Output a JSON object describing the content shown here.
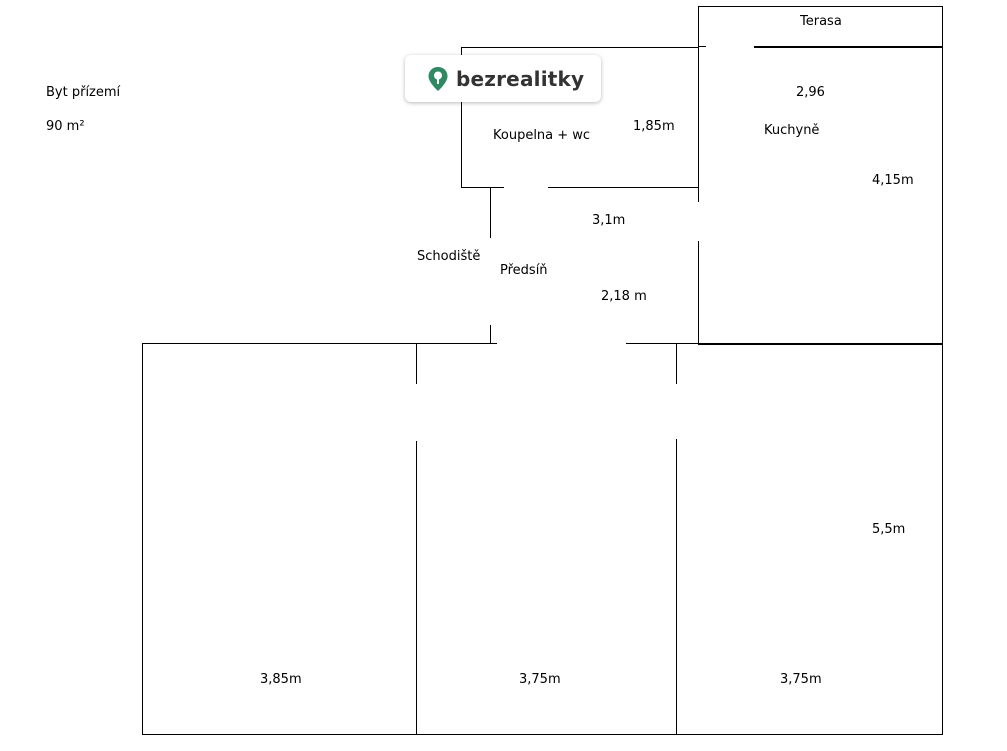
{
  "header": {
    "title": "Byt přízemí",
    "area": "90 m²"
  },
  "logo": {
    "brand": "bezrealitky",
    "pin_color": "#2f8a63"
  },
  "rooms": {
    "terrace": "Terasa",
    "bathroom": "Koupelna + wc",
    "kitchen": "Kuchyně",
    "staircase": "Schodiště",
    "hallway": "Předsíň"
  },
  "dimensions": {
    "terrace_width": "2,96",
    "bathroom_width": "1,85m",
    "kitchen_depth": "4,15m",
    "hallway_width": "3,1m",
    "hallway_depth": "2,18 m",
    "room_depth": "5,5m",
    "room1_width": "3,85m",
    "room2_width": "3,75m",
    "room3_width": "3,75m"
  },
  "colors": {
    "walls": "#000000",
    "background": "#ffffff"
  }
}
